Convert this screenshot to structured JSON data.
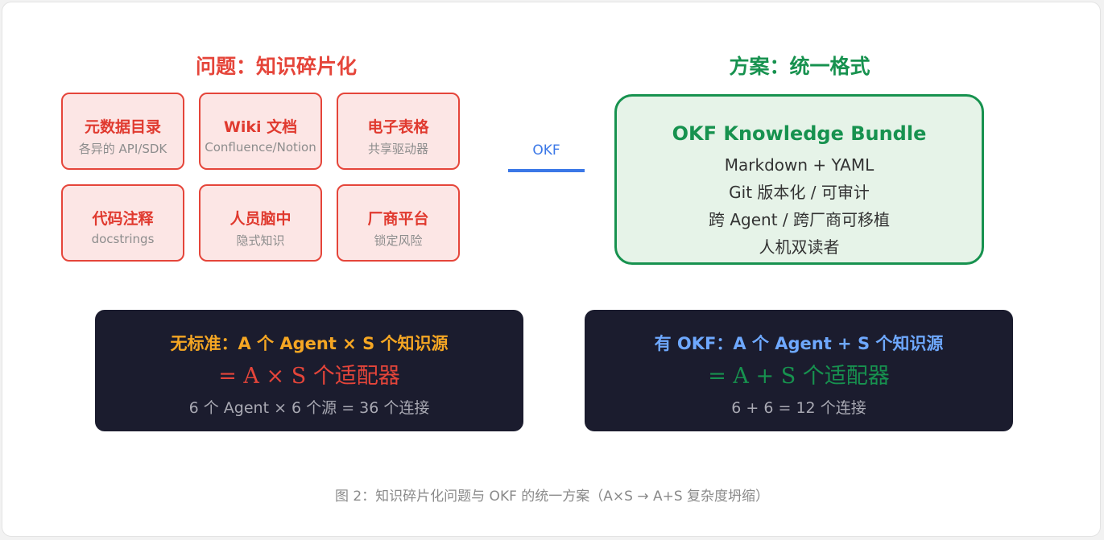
{
  "problem": {
    "title": "问题：知识碎片化",
    "boxes": [
      {
        "title": "元数据目录",
        "subtitle": "各异的 API/SDK"
      },
      {
        "title": "Wiki 文档",
        "subtitle": "Confluence/Notion"
      },
      {
        "title": "电子表格",
        "subtitle": "共享驱动器"
      },
      {
        "title": "代码注释",
        "subtitle": "docstrings"
      },
      {
        "title": "人员脑中",
        "subtitle": "隐式知识"
      },
      {
        "title": "厂商平台",
        "subtitle": "锁定风险"
      }
    ]
  },
  "arrow": {
    "label": "OKF"
  },
  "solution": {
    "title": "方案：统一格式",
    "box_title": "OKF Knowledge Bundle",
    "lines": [
      "Markdown + YAML",
      "Git 版本化 / 可审计",
      "跨 Agent / 跨厂商可移植",
      "人机双读者"
    ]
  },
  "without_standard": {
    "title": "无标准：A 个 Agent × S 个知识源",
    "formula": "= A × S 个适配器",
    "example": "6 个 Agent × 6 个源 = 36 个连接"
  },
  "with_okf": {
    "title": "有 OKF：A 个 Agent + S 个知识源",
    "formula": "= A + S 个适配器",
    "example": "6 + 6 = 12 个连接"
  },
  "caption": "图 2：知识碎片化问题与 OKF 的统一方案（A×S → A+S 复杂度坍缩）",
  "colors": {
    "problem": "#e5453a",
    "problem_fill": "#fce6e5",
    "solution": "#17924f",
    "solution_fill": "#e6f3e8",
    "arrow": "#3b78e7",
    "dark_panel": "#1b1c2e",
    "without_title": "#f5a623",
    "without_formula": "#e5453a",
    "with_title": "#6ea8fe",
    "with_formula": "#17924f"
  }
}
